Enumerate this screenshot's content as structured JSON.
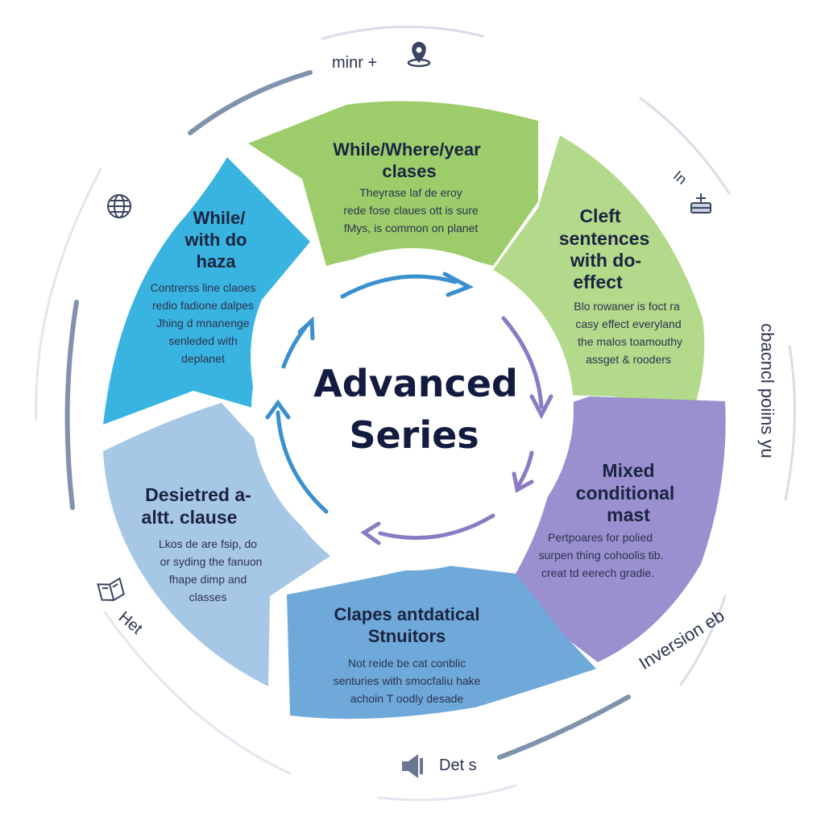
{
  "center": {
    "line1": "Advanced",
    "line2": "Series"
  },
  "segments": [
    {
      "id": "top",
      "title": [
        "While/Where/year",
        "clases"
      ],
      "desc": [
        "Theyrase laf de eroy",
        "rede fose claues ott is sure",
        "fMys, is common on planet"
      ],
      "color": "#9ccd6a"
    },
    {
      "id": "right-upper",
      "title": [
        "Cleft",
        "sentences",
        "with do-",
        "effect"
      ],
      "desc": [
        "Blo rowaner is foct ra",
        "casy effect everyland",
        "the malos toamouthy",
        "assget & rooders"
      ],
      "color": "#b3d98a"
    },
    {
      "id": "right-lower",
      "title": [
        "Mixed",
        "conditional",
        "mast"
      ],
      "desc": [
        "Pertpoares for polied",
        "surpen thing cohoolis tib.",
        "creat td eerech gradie."
      ],
      "color": "#9a8fcf"
    },
    {
      "id": "bottom",
      "title": [
        "Clapes antdatical",
        "Stnuitors"
      ],
      "desc": [
        "Not reide be cat conblic",
        "senturies with smocfaliu hake",
        "achoin T oodly desade"
      ],
      "color": "#6fa9da"
    },
    {
      "id": "left-lower",
      "title": [
        "Desietred a-",
        "altt. clause"
      ],
      "desc": [
        "Lkos de are fsip, do",
        "or syding the fanuon",
        "fhape dimp and",
        "classes"
      ],
      "color": "#a7c7e6"
    },
    {
      "id": "left-upper",
      "title": [
        "While/",
        "with do",
        "haza"
      ],
      "desc": [
        "Contrerss line claoes",
        "redio fadione dalpes",
        "Jhing d mnanenge",
        "senleded with",
        "deplanet"
      ],
      "color": "#39b3e0"
    }
  ],
  "outer_labels": {
    "top": "minr +",
    "top_right": "In",
    "right": "cbacncl poiins yu",
    "bottom_right": "Inversion eb",
    "bottom": "Det s",
    "left": "Het"
  },
  "icons": [
    "map-pin-icon",
    "globe-icon",
    "hand-icon",
    "book-icon",
    "speaker-icon"
  ],
  "colors": {
    "ring": "#7f93ad",
    "arrow_blue": "#3a8fcf",
    "arrow_purple": "#8a7bc4",
    "text_dark": "#131c40"
  }
}
